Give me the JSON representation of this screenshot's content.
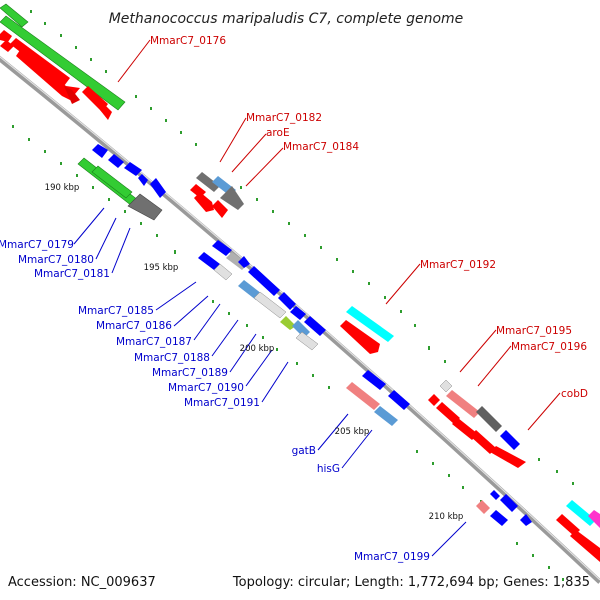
{
  "title": "Methanococcus maripaludis C7, complete genome",
  "footer": {
    "accession": "Accession: NC_009637",
    "topology": "Topology: circular; Length: 1,772,694 bp; Genes: 1,835"
  },
  "scale_labels": [
    "190 kbp",
    "195 kbp",
    "200 kbp",
    "205 kbp",
    "210 kbp"
  ],
  "gene_labels_red": [
    "MmarC7_0176",
    "MmarC7_0182",
    "aroE",
    "MmarC7_0184",
    "MmarC7_0192",
    "MmarC7_0195",
    "MmarC7_0196",
    "cobD"
  ],
  "gene_labels_blue": [
    "MmarC7_0179",
    "MmarC7_0180",
    "MmarC7_0181",
    "MmarC7_0185",
    "MmarC7_0186",
    "MmarC7_0187",
    "MmarC7_0188",
    "MmarC7_0189",
    "MmarC7_0190",
    "MmarC7_0191",
    "gatB",
    "hisG",
    "MmarC7_0199"
  ],
  "colors": {
    "forward_cds": "#ff0000",
    "reverse_cds": "#0000ff",
    "rna": "#33cc33",
    "gray_feature": "#808080",
    "light_blue": "#5b9bd5",
    "cyan": "#00ffff",
    "pink": "#f08080",
    "magenta": "#ff33cc",
    "olive": "#99cc33",
    "backbone": "#9e9e9e",
    "label_red": "#cc0000",
    "label_blue": "#0000cc"
  }
}
